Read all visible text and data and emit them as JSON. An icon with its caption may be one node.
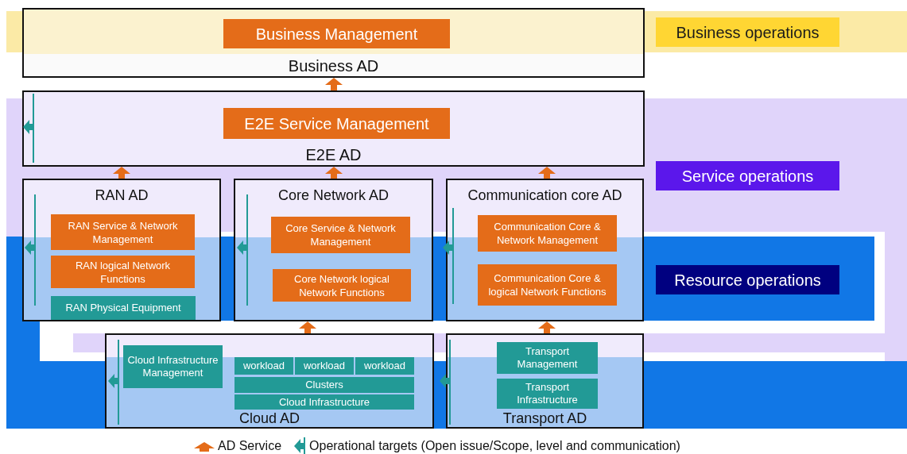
{
  "diagram": {
    "nodes": [
      {
        "text": [
          "Business AD"
        ]
      },
      {
        "text": [
          "Business Management"
        ],
        "in": 0
      },
      {
        "text": [
          "E2E AD"
        ]
      },
      {
        "text": [
          "E2E Service Management"
        ],
        "in": 2
      },
      {
        "text": [
          "RAN AD"
        ]
      },
      {
        "text": [
          "RAN Service & Network Management"
        ],
        "in": 4
      },
      {
        "text": [
          "RAN logical Network Functions"
        ],
        "in": 4
      },
      {
        "text": [
          "RAN Physical Equipment"
        ],
        "in": 4
      },
      {
        "text": [
          "Core Network AD"
        ]
      },
      {
        "text": [
          "Core Service & Network Management"
        ],
        "in": 8
      },
      {
        "text": [
          "Core Network logical Network Functions"
        ],
        "in": 8
      },
      {
        "text": [
          "Communication core AD"
        ]
      },
      {
        "text": [
          "Communication Core & Network Management"
        ],
        "in": 11
      },
      {
        "text": [
          "Communication Core & logical Network Functions"
        ],
        "in": 11
      },
      {
        "text": [
          "Cloud AD"
        ]
      },
      {
        "text": [
          "Cloud Infrastructure Management"
        ],
        "in": 14
      },
      {
        "text": [
          "workload"
        ],
        "in": 14
      },
      {
        "text": [
          "workload"
        ],
        "in": 14
      },
      {
        "text": [
          "workload"
        ],
        "in": 14
      },
      {
        "text": [
          "Clusters"
        ],
        "in": 14
      },
      {
        "text": [
          "Cloud Infrastructure"
        ],
        "in": 14
      },
      {
        "text": [
          "Transport AD"
        ]
      },
      {
        "text": [
          "Transport Management"
        ],
        "in": 21
      },
      {
        "text": [
          "Transport Infrastructure"
        ],
        "in": 21
      },
      {
        "text": [
          "Business operations"
        ]
      },
      {
        "text": [
          "Service operations"
        ]
      },
      {
        "text": [
          "Resource operations"
        ]
      }
    ],
    "edges": [
      {
        "from": 2,
        "to": 0,
        "arrow": "to"
      },
      {
        "from": 4,
        "to": 2,
        "arrow": "to"
      },
      {
        "from": 8,
        "to": 2,
        "arrow": "to"
      },
      {
        "from": 11,
        "to": 2,
        "arrow": "to"
      },
      {
        "from": 14,
        "to": 8,
        "arrow": "to"
      },
      {
        "from": 21,
        "to": 11,
        "arrow": "to"
      }
    ],
    "legend": [
      {
        "text": "AD Service"
      },
      {
        "text": "Operational targets (Open issue/Scope, level and communication)"
      }
    ]
  }
}
